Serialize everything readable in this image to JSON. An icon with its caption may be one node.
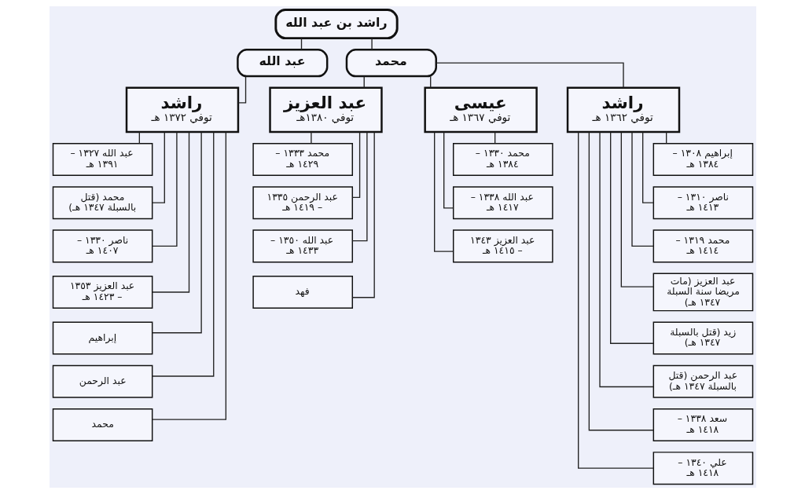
{
  "diagram": {
    "nodes": [
      {
        "text": [
          "راشد بن عبد الله"
        ]
      },
      {
        "text": [
          "محمد"
        ]
      },
      {
        "text": [
          "عبد الله"
        ]
      },
      {
        "text": [
          "راشد",
          "توفي ١٣٦٢ هـ"
        ]
      },
      {
        "text": [
          "عيسى",
          "توفي ١٣٦٧ هـ"
        ]
      },
      {
        "text": [
          "عبد العزيز",
          "توفي ١٣٨٠هـ"
        ]
      },
      {
        "text": [
          "راشد",
          "توفي ١٣٧٢ هـ"
        ]
      },
      {
        "text": [
          "إبراهيم ١٣٠٨ – ١٣٨٤ هـ"
        ]
      },
      {
        "text": [
          "ناصر ١٣١٠ – ١٤١٣ هـ"
        ]
      },
      {
        "text": [
          "محمد ١٣١٩ – ١٤١٤ هـ"
        ]
      },
      {
        "text": [
          "عبد العزيز (مات مريضا سنة السبلة ١٣٤٧ هـ)"
        ]
      },
      {
        "text": [
          "زيد (قتل بالسبلة ١٣٤٧ هـ)"
        ]
      },
      {
        "text": [
          "عبد الرحمن (قتل بالسبلة ١٣٤٧ هـ)"
        ]
      },
      {
        "text": [
          "سعد ١٣٣٨ – ١٤١٨ هـ"
        ]
      },
      {
        "text": [
          "علي ١٣٤٠ – ١٤١٨ هـ"
        ]
      },
      {
        "text": [
          "محمد ١٣٣٠ – ١٣٨٤ هـ"
        ]
      },
      {
        "text": [
          "عبد الله ١٣٣٨ – ١٤١٧ هـ"
        ]
      },
      {
        "text": [
          "عبد العزيز ١٣٤٣ – ١٤١٥ هـ"
        ]
      },
      {
        "text": [
          "محمد ١٣٣٣ – ١٤٢٩ هـ"
        ]
      },
      {
        "text": [
          "عبد الرحمن ١٣٣٥ – ١٤١٩ هـ"
        ]
      },
      {
        "text": [
          "عبد الله ١٣٥٠ – ١٤٣٣ هـ"
        ]
      },
      {
        "text": [
          "فهد"
        ]
      },
      {
        "text": [
          "عبد الله ١٣٢٧ – ١٣٩١ هـ"
        ]
      },
      {
        "text": [
          "محمد (قتل بالسبلة ١٣٤٧ هـ)"
        ]
      },
      {
        "text": [
          "ناصر ١٣٣٠ – ١٤٠٧ هـ"
        ]
      },
      {
        "text": [
          "عبد العزيز ١٣٥٣ – ١٤٢٣ هـ"
        ]
      },
      {
        "text": [
          "إبراهيم"
        ]
      },
      {
        "text": [
          "عبد الرحمن"
        ]
      },
      {
        "text": [
          "محمد"
        ]
      }
    ],
    "edges": [
      {
        "from": 0,
        "to": 1,
        "arrow": "none"
      },
      {
        "from": 0,
        "to": 2,
        "arrow": "none"
      },
      {
        "from": 1,
        "to": 3,
        "arrow": "none"
      },
      {
        "from": 1,
        "to": 4,
        "arrow": "none"
      },
      {
        "from": 1,
        "to": 5,
        "arrow": "none"
      },
      {
        "from": 2,
        "to": 6,
        "arrow": "none"
      },
      {
        "from": 3,
        "to": 7,
        "arrow": "none"
      },
      {
        "from": 3,
        "to": 8,
        "arrow": "none"
      },
      {
        "from": 3,
        "to": 9,
        "arrow": "none"
      },
      {
        "from": 3,
        "to": 10,
        "arrow": "none"
      },
      {
        "from": 3,
        "to": 11,
        "arrow": "none"
      },
      {
        "from": 3,
        "to": 12,
        "arrow": "none"
      },
      {
        "from": 3,
        "to": 13,
        "arrow": "none"
      },
      {
        "from": 3,
        "to": 14,
        "arrow": "none"
      },
      {
        "from": 4,
        "to": 15,
        "arrow": "none"
      },
      {
        "from": 4,
        "to": 16,
        "arrow": "none"
      },
      {
        "from": 4,
        "to": 17,
        "arrow": "none"
      },
      {
        "from": 5,
        "to": 18,
        "arrow": "none"
      },
      {
        "from": 5,
        "to": 19,
        "arrow": "none"
      },
      {
        "from": 5,
        "to": 20,
        "arrow": "none"
      },
      {
        "from": 5,
        "to": 21,
        "arrow": "none"
      },
      {
        "from": 6,
        "to": 22,
        "arrow": "none"
      },
      {
        "from": 6,
        "to": 23,
        "arrow": "none"
      },
      {
        "from": 6,
        "to": 24,
        "arrow": "none"
      },
      {
        "from": 6,
        "to": 25,
        "arrow": "none"
      },
      {
        "from": 6,
        "to": 26,
        "arrow": "none"
      },
      {
        "from": 6,
        "to": 27,
        "arrow": "none"
      },
      {
        "from": 6,
        "to": 28,
        "arrow": "none"
      }
    ]
  }
}
